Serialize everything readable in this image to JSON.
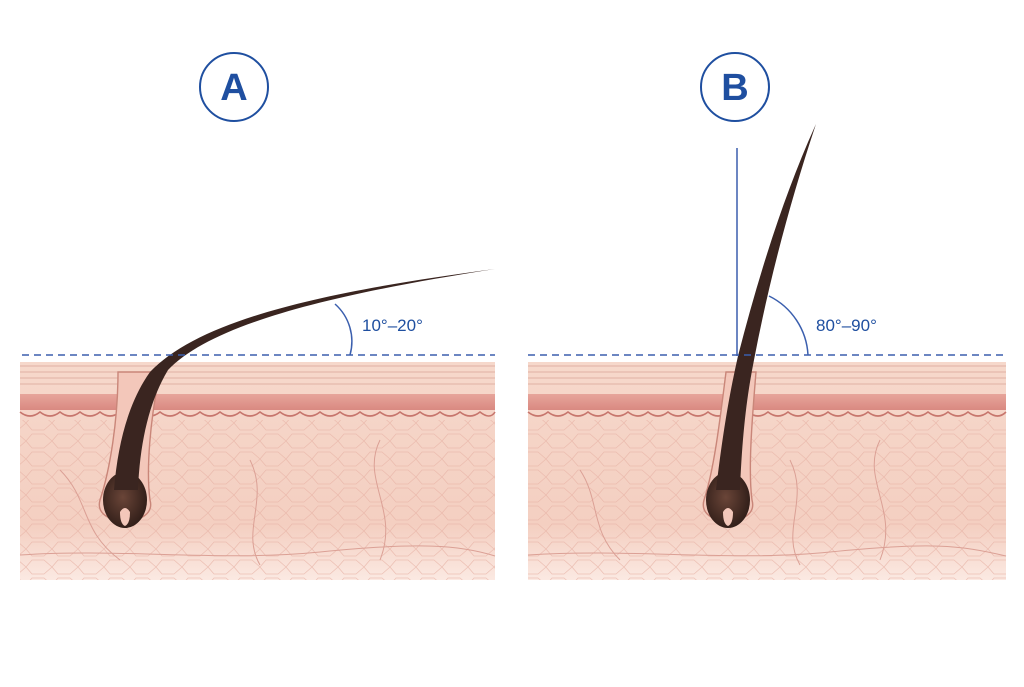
{
  "panels": [
    {
      "letter": "A",
      "angle_label": "10°–20°",
      "hair_angle_deg_range": [
        10,
        20
      ]
    },
    {
      "letter": "B",
      "angle_label": "80°–90°",
      "hair_angle_deg_range": [
        80,
        90
      ]
    }
  ],
  "colors": {
    "accent_blue": "#1f4fa0",
    "guide_line": "#3b5fae",
    "hair": "#3a2520",
    "bulb": "#4a2f28",
    "epidermis": "#f4d3c6",
    "papillary_layer": "#dc8f86",
    "dermis": "#f6d5c8",
    "vessel": "#d98a80"
  }
}
